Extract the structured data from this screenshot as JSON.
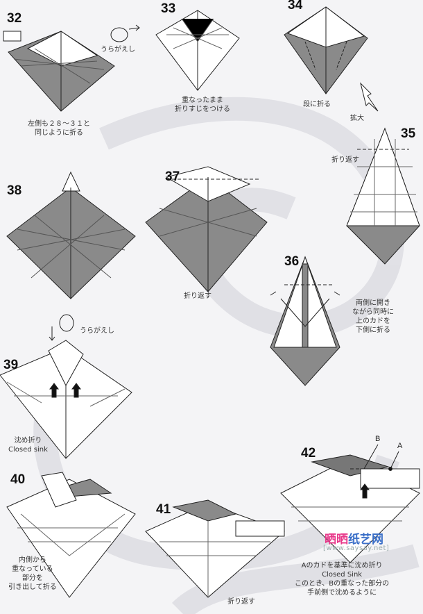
{
  "steps": [
    {
      "number": "32",
      "caption_lines": [
        "左側も２８〜３１と",
        "同じように折る"
      ]
    },
    {
      "number": "33",
      "caption_lines": [
        "重なったまま",
        "折りすじをつける"
      ]
    },
    {
      "number": "34",
      "caption_lines": [
        "段に折る"
      ]
    },
    {
      "number": "35",
      "caption_lines": [
        "折り返す"
      ]
    },
    {
      "number": "36",
      "caption_lines": [
        "両側に開き",
        "ながら同時に",
        "上のカドを",
        "下側に折る"
      ]
    },
    {
      "number": "37",
      "caption_lines": [
        "折り返す"
      ]
    },
    {
      "number": "38",
      "caption_lines": []
    },
    {
      "number": "39",
      "caption_lines": [
        "沈め折り",
        "Closed sink"
      ]
    },
    {
      "number": "40",
      "caption_lines": [
        "内側から",
        "重なっている",
        "部分を",
        "引き出して折る"
      ]
    },
    {
      "number": "41",
      "caption_lines": [
        "折り返す"
      ]
    },
    {
      "number": "42",
      "caption_lines": [
        "Aのカドを基準に沈め折り",
        "Closed Sink",
        "このとき、Bの重なった部分の",
        "手前側で沈めるように"
      ]
    }
  ],
  "annotations": {
    "turn_over_1": "うらがえし",
    "turn_over_2": "うらがえし",
    "enlarge": "拡大",
    "point_a": "A",
    "point_b": "B"
  },
  "watermark": {
    "logo_pink": "晒晒",
    "logo_blue": "纸艺网",
    "url": "[www.saysay.net]"
  },
  "colors": {
    "paper_colored": "#8a8a8a",
    "paper_white": "#ffffff",
    "background": "#f4f4f6"
  }
}
